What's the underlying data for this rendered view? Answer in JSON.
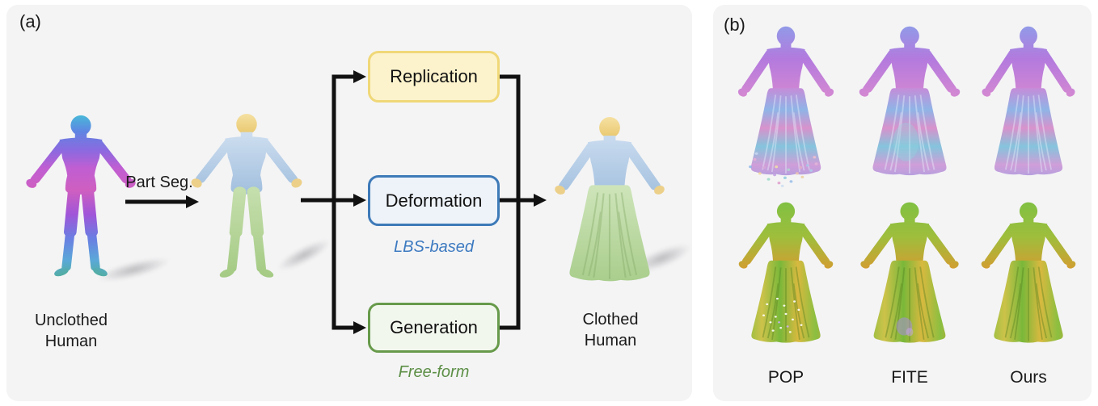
{
  "panel_a": {
    "label": "(a)",
    "part_seg_label": "Part Seg.",
    "figures": {
      "unclothed_caption": "Unclothed Human",
      "clothed_caption": "Clothed Human"
    },
    "boxes": [
      {
        "label": "Replication",
        "fill": "#fcf3cc",
        "border": "#f0d878",
        "subtitle": "",
        "subtitle_color": ""
      },
      {
        "label": "Deformation",
        "fill": "#eef3f9",
        "border": "#3d7ab8",
        "subtitle": "LBS-based",
        "subtitle_color": "#3d7ac0"
      },
      {
        "label": "Generation",
        "fill": "#f2f7ee",
        "border": "#679a4a",
        "subtitle": "Free-form",
        "subtitle_color": "#5d8f46"
      }
    ]
  },
  "panel_b": {
    "label": "(b)",
    "methods": [
      "POP",
      "FITE",
      "Ours"
    ]
  },
  "colors": {
    "panel_bg": "#f4f4f5",
    "arrow": "#111111",
    "text": "#1a1a1a",
    "seg_head_yellow": "#eed28a",
    "seg_top_blue": "#b5cce6",
    "seg_legs_green": "#b7d59a",
    "lbs_blue": "#3d7ac0",
    "freeform_green": "#5d8f46"
  }
}
